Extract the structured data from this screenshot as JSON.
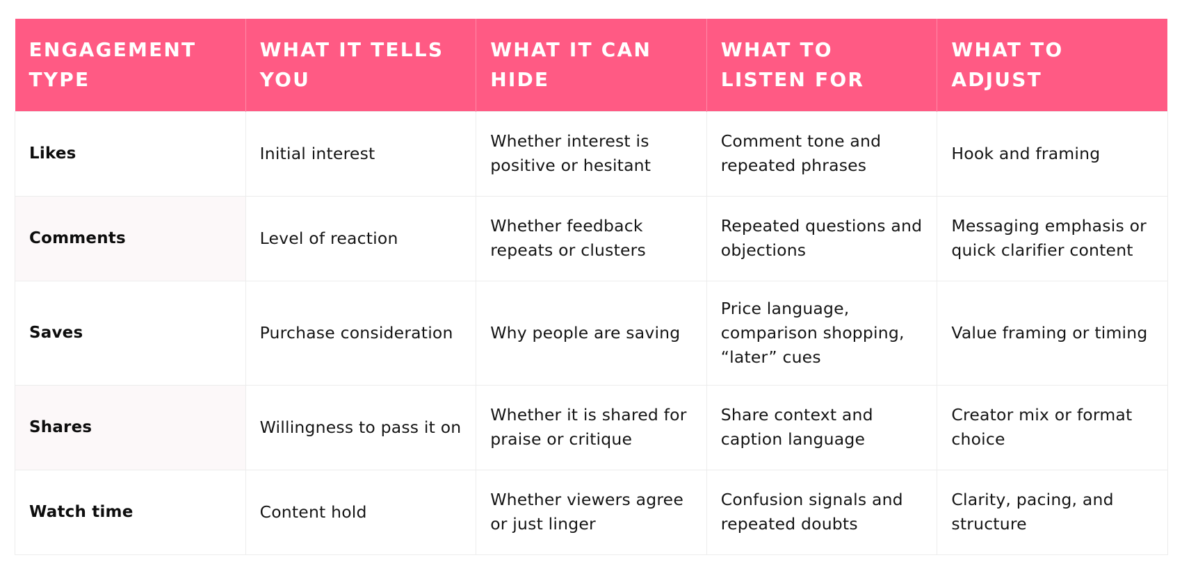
{
  "table": {
    "headers": [
      "ENGAGEMENT TYPE",
      "WHAT IT TELLS YOU",
      "WHAT IT CAN HIDE",
      "WHAT TO LISTEN FOR",
      "WHAT TO ADJUST"
    ],
    "rows": [
      [
        "Likes",
        "Initial interest",
        "Whether interest is positive or hesitant",
        "Comment tone and repeated phrases",
        "Hook and framing"
      ],
      [
        "Comments",
        "Level of reaction",
        "Whether feedback repeats or clusters",
        "Repeated questions and objections",
        "Messaging emphasis or quick clarifier content"
      ],
      [
        "Saves",
        "Purchase consideration",
        "Why people are saving",
        "Price language, comparison shopping, “later” cues",
        "Value framing or timing"
      ],
      [
        "Shares",
        "Willingness to pass it on",
        "Whether it is shared for praise or critique",
        "Share context and caption language",
        "Creator mix or format choice"
      ],
      [
        "Watch time",
        "Content hold",
        "Whether viewers agree or just linger",
        "Confusion signals and repeated doubts",
        "Clarity, pacing, and structure"
      ]
    ]
  },
  "colors": {
    "header_bg": "#ff5a84",
    "header_text": "#ffffff",
    "border": "#ececec",
    "first_col_alt_bg": "#fcf8f9"
  }
}
